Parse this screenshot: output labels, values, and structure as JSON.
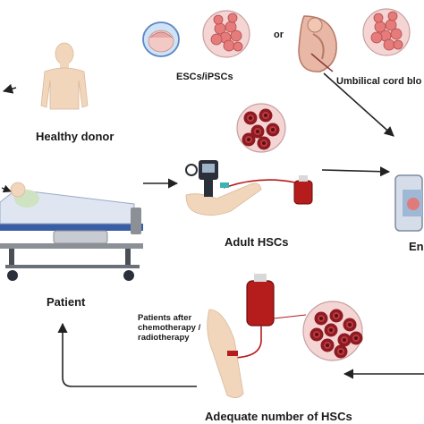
{
  "labels": {
    "healthy_donor": "Healthy donor",
    "esc_ipsc": "ESCs/iPSCs",
    "or": "or",
    "umbilical_cord": "Umbilical cord blo",
    "adult_hscs": "Adult HSCs",
    "patient": "Patient",
    "en_partial": "En",
    "patients_after": "Patients after\nchemotherapy /\nradiotherapy",
    "adequate_hscs": "Adequate number of HSCs"
  },
  "colors": {
    "cell_red": "#8e1b22",
    "dish_fill": "#f5d4d4",
    "skin": "#f1d6bc",
    "bed_blue": "#3a5ea6",
    "blood": "#b51c1c",
    "arrow": "#222222"
  }
}
